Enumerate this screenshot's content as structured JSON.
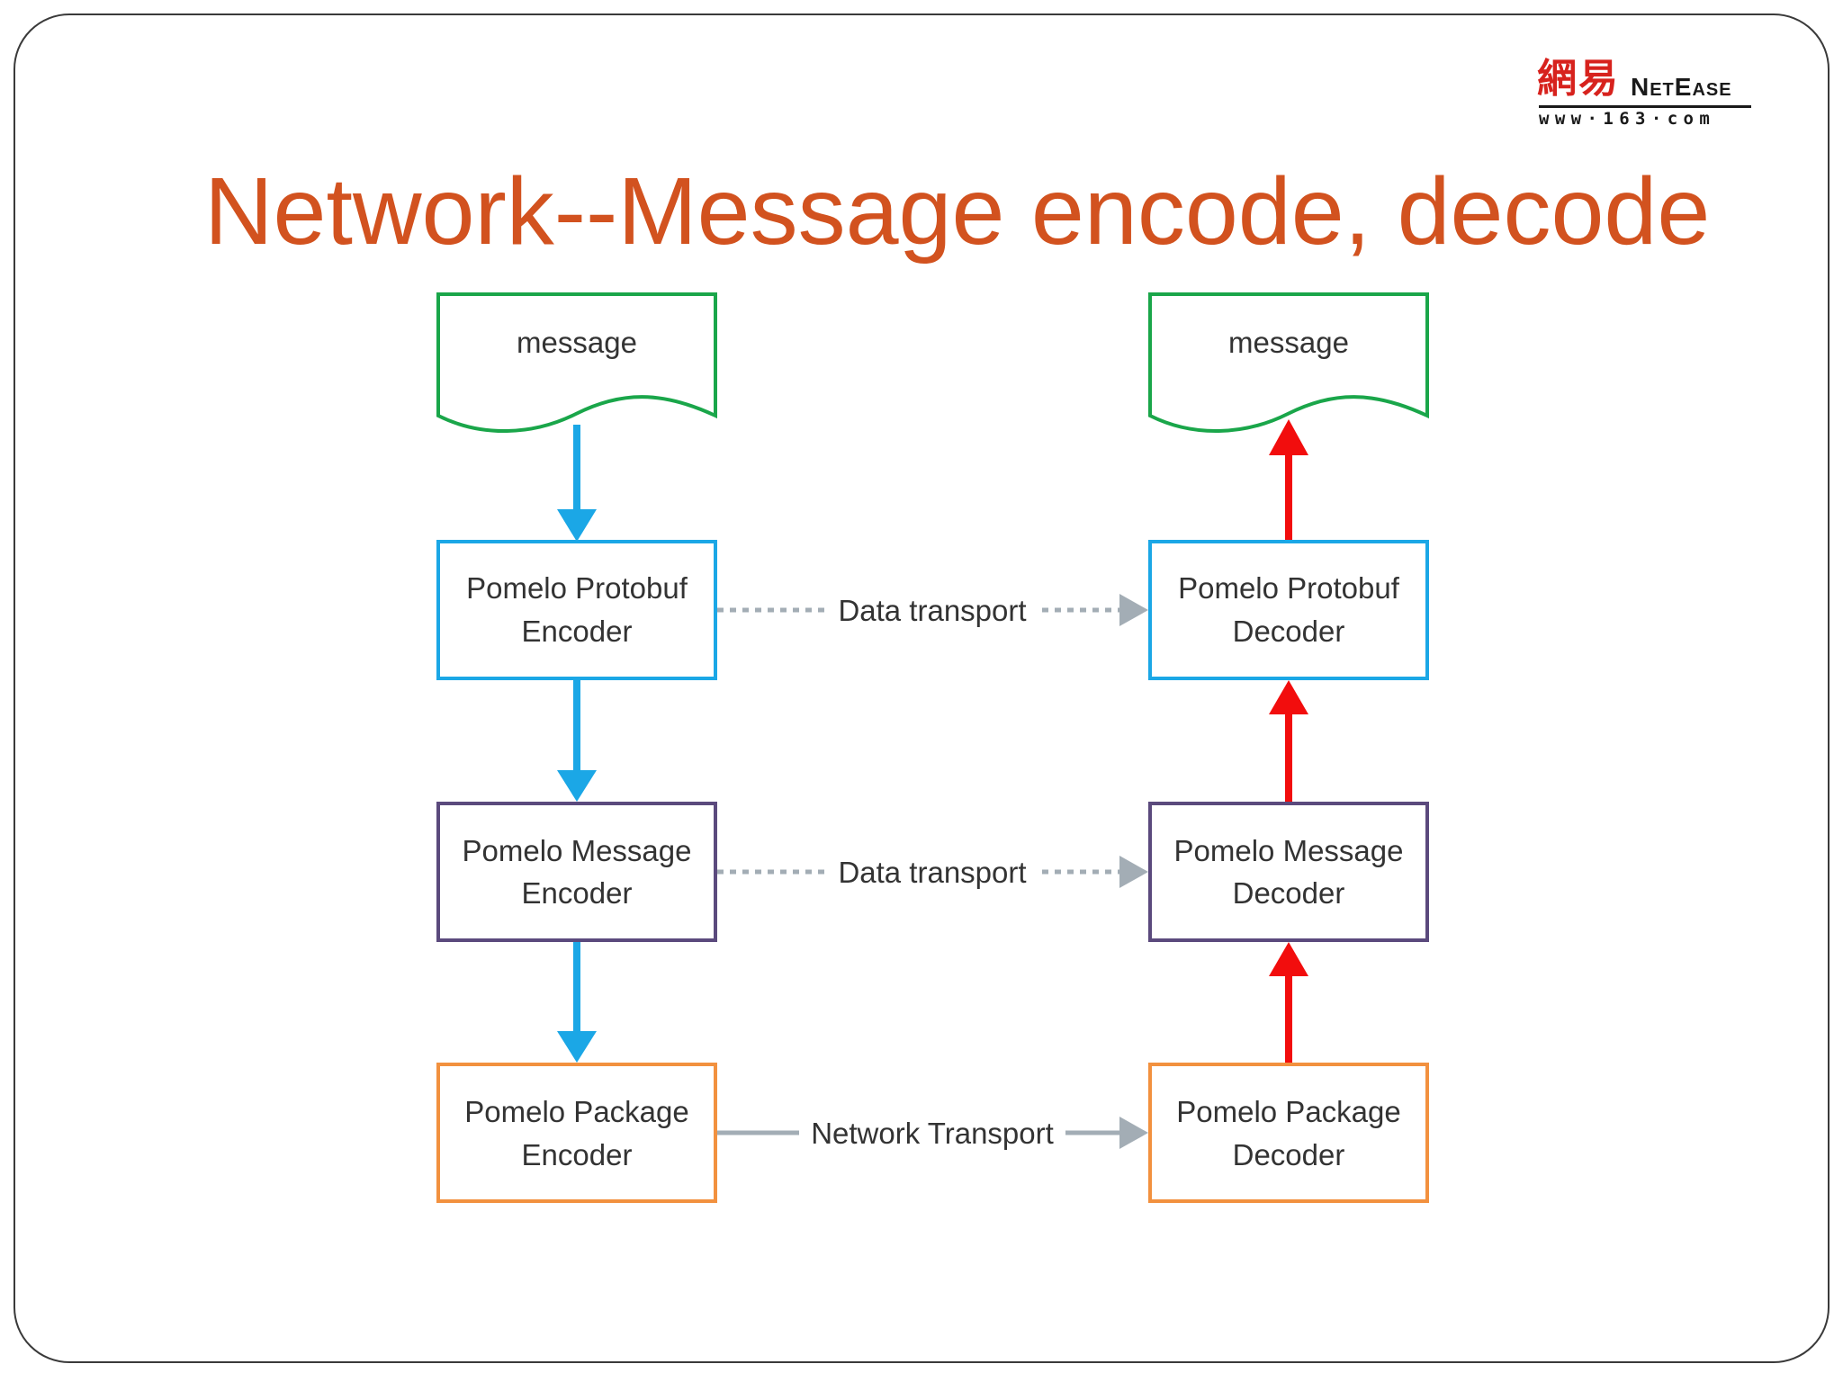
{
  "slide": {
    "title": "Network--Message encode, decode",
    "logo": {
      "chinese": "網易",
      "brand": "NetEase",
      "url": "www·163·com"
    }
  },
  "diagram": {
    "encoder_column": {
      "message": "message",
      "protobuf_line1": "Pomelo Protobuf",
      "protobuf_line2": "Encoder",
      "message_line1": "Pomelo Message",
      "message_line2": "Encoder",
      "package_line1": "Pomelo Package",
      "package_line2": "Encoder"
    },
    "decoder_column": {
      "message": "message",
      "protobuf_line1": "Pomelo Protobuf",
      "protobuf_line2": "Decoder",
      "message_line1": "Pomelo Message",
      "message_line2": "Decoder",
      "package_line1": "Pomelo Package",
      "package_line2": "Decoder"
    },
    "links": {
      "protobuf": "Data transport",
      "message": "Data transport",
      "package": "Network Transport"
    },
    "colors": {
      "document_border": "#1aa64a",
      "protobuf_border": "#1ba7e6",
      "message_border": "#5b4a7d",
      "package_border": "#f2913f",
      "encode_arrow": "#1ba7e6",
      "decode_arrow": "#f20d0d",
      "transport_line": "#a3adb5",
      "title": "#d2521f"
    }
  }
}
